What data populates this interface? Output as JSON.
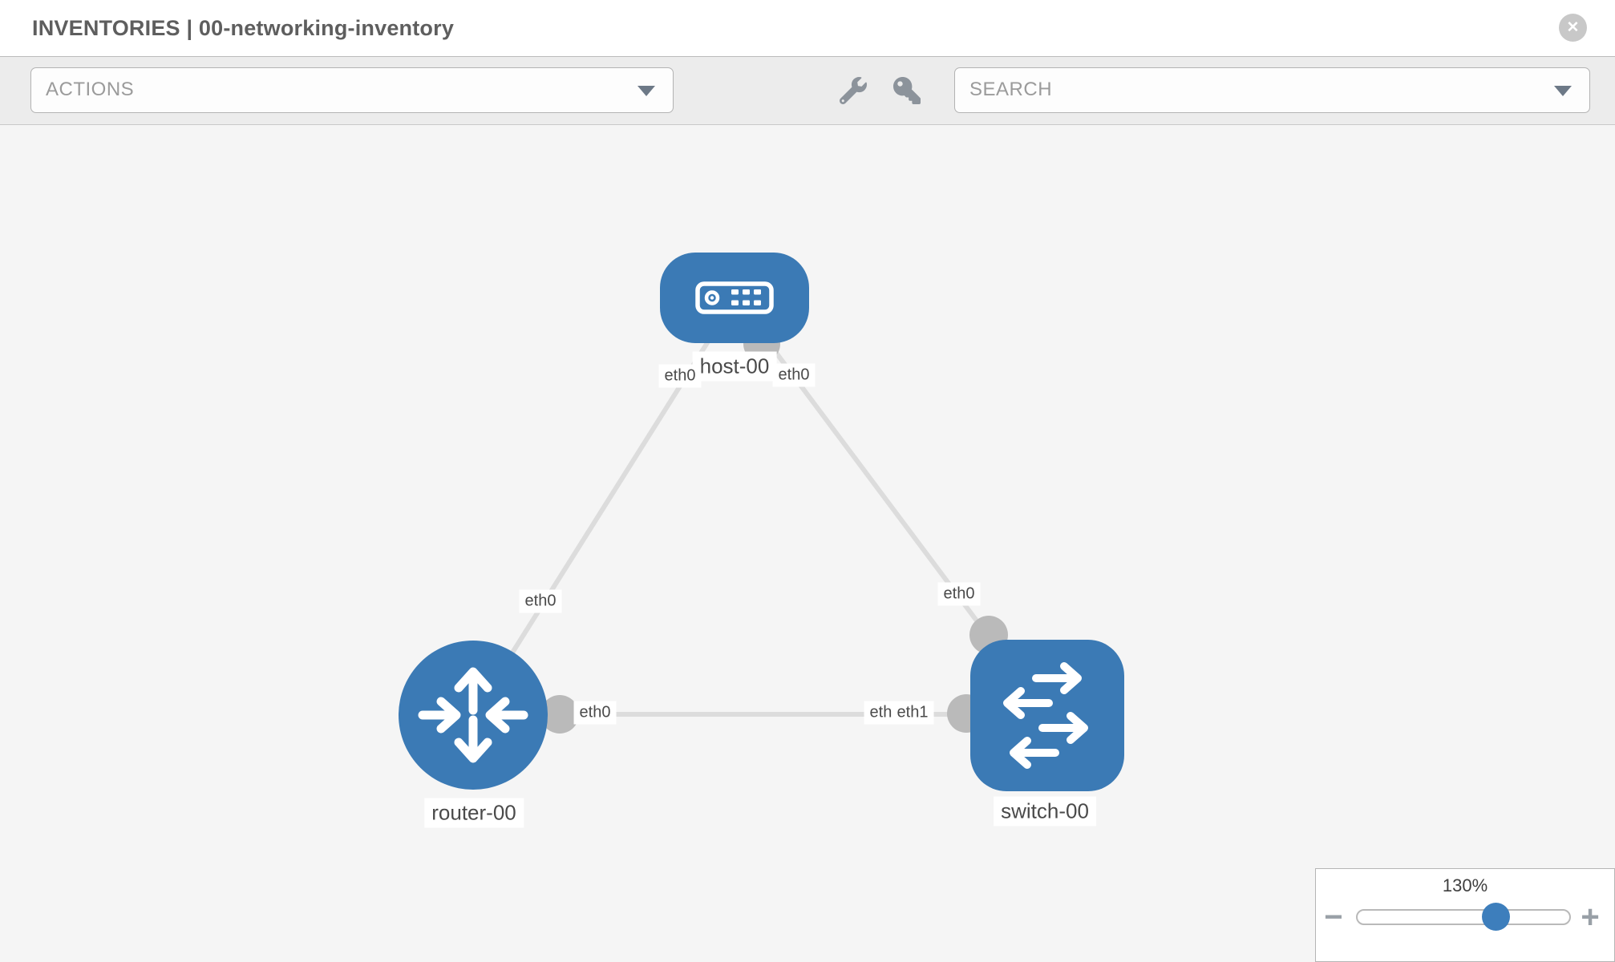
{
  "header": {
    "title": "INVENTORIES | 00-networking-inventory",
    "close_glyph": "✕"
  },
  "toolbar": {
    "actions_label": "ACTIONS",
    "search_label": "SEARCH",
    "icons": [
      "wrench-icon",
      "key-icon"
    ]
  },
  "diagram": {
    "nodes": [
      {
        "id": "host-00",
        "type": "host",
        "label": "host-00"
      },
      {
        "id": "router-00",
        "type": "router",
        "label": "router-00"
      },
      {
        "id": "switch-00",
        "type": "switch",
        "label": "switch-00"
      }
    ],
    "links": [
      {
        "from": "host-00",
        "to": "router-00",
        "from_interface": "eth0",
        "to_interface": "eth0"
      },
      {
        "from": "host-00",
        "to": "switch-00",
        "from_interface": "eth0",
        "to_interface": "eth0"
      },
      {
        "from": "router-00",
        "to": "switch-00",
        "from_interface": "eth0",
        "to_interface": "eth1"
      }
    ],
    "interface_labels": [
      {
        "label": "eth0"
      },
      {
        "label": "eth0"
      },
      {
        "label": "eth0"
      },
      {
        "label": "eth0"
      },
      {
        "label": "eth0"
      },
      {
        "label": "eth0"
      },
      {
        "label": "eth1"
      }
    ]
  },
  "zoom_control": {
    "level": "130%",
    "minus_glyph": "−",
    "plus_glyph": "+"
  },
  "colors": {
    "node_blue": "#3b7ab5",
    "connector_gray": "#bababa",
    "link_gray": "#dcdcdc",
    "slider_thumb_blue": "#3d7ebc"
  }
}
